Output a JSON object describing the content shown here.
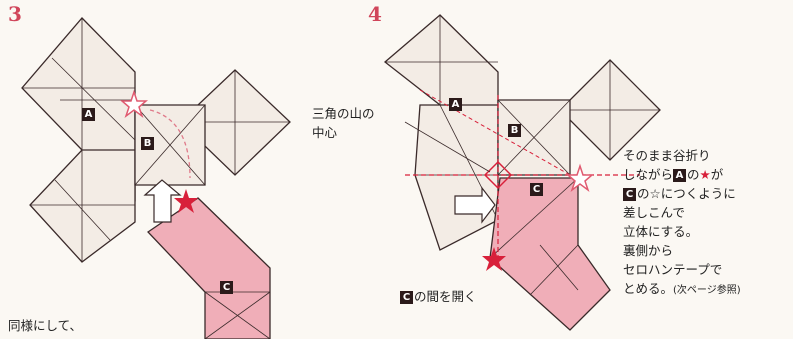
{
  "step3": {
    "number": "3",
    "labels": {
      "a": "A",
      "b": "B",
      "c": "C"
    },
    "caption": "同様にして、"
  },
  "step4": {
    "number": "4",
    "labels": {
      "a": "A",
      "b": "B",
      "c": "C"
    },
    "callout_line1": "三角の山の",
    "callout_line2": "中心",
    "open_c_box": "C",
    "open_c_text": "の間を開く",
    "instruction": {
      "l1": "そのまま谷折り",
      "l2_prefix": "しながら",
      "l2_box": "A",
      "l2_mid": "の",
      "l2_star": "★",
      "l2_suffix": "が",
      "l3_box": "C",
      "l3_text": "の☆につくように",
      "l4": "差しこんで",
      "l5": "立体にする。",
      "l6": "裏側から",
      "l7": "セロハンテープで",
      "l8_main": "とめる。",
      "l8_note": "(次ページ参照)"
    }
  },
  "colors": {
    "paper": "#f3ece5",
    "pink": "#f0aeb8",
    "accent": "#d8203a",
    "line": "#3a2a2a"
  }
}
